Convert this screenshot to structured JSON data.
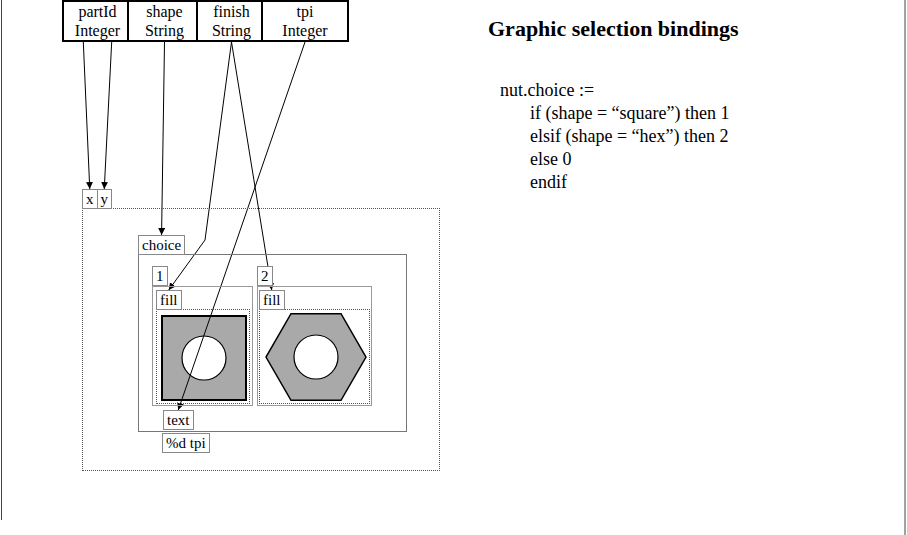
{
  "diagram": {
    "title": "Graphic selection bindings",
    "nodes": [
      {
        "text": [
          "partId",
          "Integer"
        ]
      },
      {
        "text": [
          "shape",
          "String"
        ]
      },
      {
        "text": [
          "finish",
          "String"
        ]
      },
      {
        "text": [
          "tpi",
          "Integer"
        ]
      },
      {
        "text": [
          "x",
          "y"
        ]
      },
      {
        "text": [
          "choice"
        ],
        "in": 4
      },
      {
        "text": [
          "1"
        ],
        "in": 5
      },
      {
        "text": [
          "fill"
        ],
        "in": 6
      },
      {
        "text": [
          "2"
        ],
        "in": 5
      },
      {
        "text": [
          "fill"
        ],
        "in": 8
      },
      {
        "text": [
          "text"
        ],
        "in": 4
      },
      {
        "text": [
          "%d tpi"
        ],
        "in": 4
      }
    ],
    "edges": [
      {
        "from": 0,
        "to": 4,
        "arrow": "to"
      },
      {
        "from": 0,
        "to": 4,
        "arrow": "to"
      },
      {
        "from": 1,
        "to": 5,
        "arrow": "to"
      },
      {
        "from": 2,
        "to": 7,
        "arrow": "to"
      },
      {
        "from": 2,
        "to": 9,
        "arrow": "to"
      },
      {
        "from": 3,
        "to": 10,
        "arrow": "to"
      }
    ],
    "labels": [
      "nut.choice :=",
      "if (shape = “square”) then 1",
      "elsif (shape = “hex”) then 2",
      "else 0",
      "endif"
    ]
  }
}
